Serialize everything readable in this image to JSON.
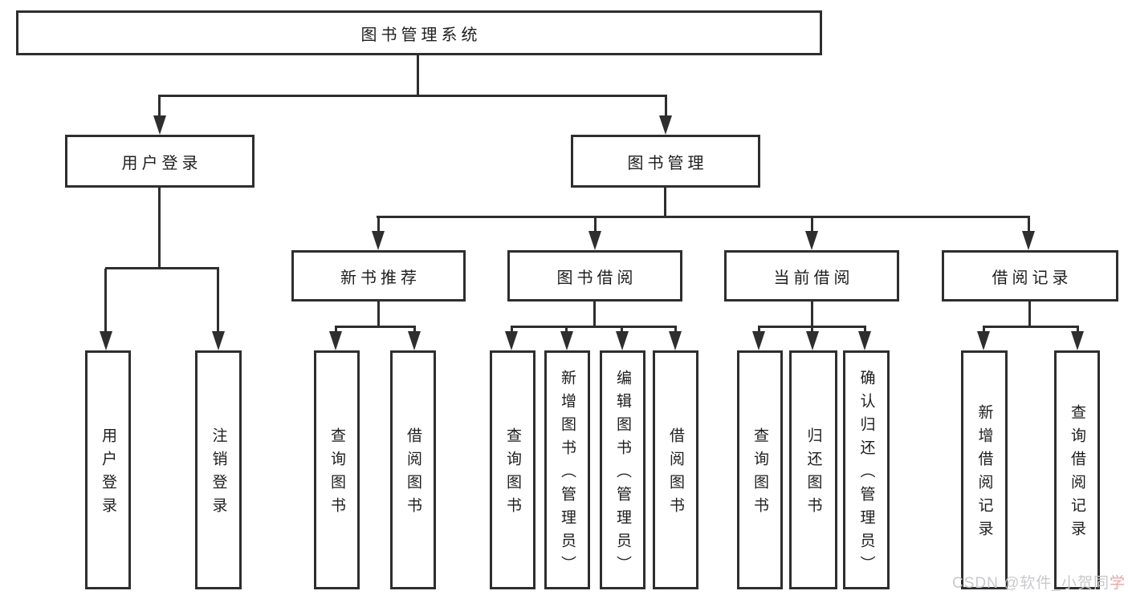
{
  "diagram": {
    "root": {
      "label": "图书管理系统"
    },
    "level2": [
      {
        "label": "用户登录"
      },
      {
        "label": "图书管理"
      }
    ],
    "level3": [
      {
        "label": "新书推荐"
      },
      {
        "label": "图书借阅"
      },
      {
        "label": "当前借阅"
      },
      {
        "label": "借阅记录"
      }
    ],
    "groups": {
      "user_login": [
        "用户登录",
        "注销登录"
      ],
      "new_book": [
        "查询图书",
        "借阅图书"
      ],
      "book_borrow": [
        "查询图书",
        "新增图书（管理员）",
        "编辑图书（管理员）",
        "借阅图书"
      ],
      "current_borrow": [
        "查询图书",
        "归还图书",
        "确认归还（管理员）"
      ],
      "borrow_record": [
        "新增借阅记录",
        "查询借阅记录"
      ]
    },
    "line_color": "#2e2e2e"
  },
  "watermark": {
    "prefix": "CSDN @软件_小贺同",
    "suffix": "学",
    "color": "#c9c8cc",
    "accent_color": "#e9a7a4"
  }
}
